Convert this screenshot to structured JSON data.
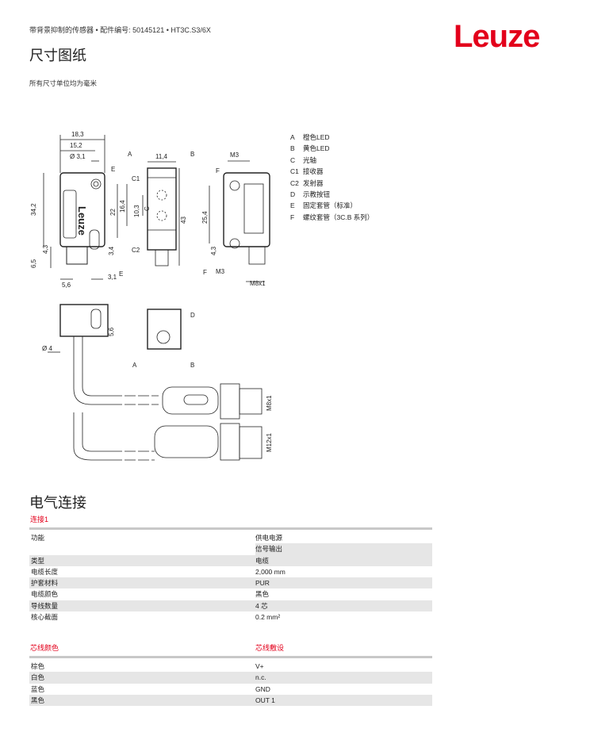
{
  "header": {
    "subtitle": "带背景抑制的传感器 • 配件编号: 50145121 • HT3C.S3/6X",
    "brand": "Leuze"
  },
  "dimensions": {
    "title": "尺寸图纸",
    "note": "所有尺寸单位均为毫米",
    "labels": {
      "d183": "18,3",
      "d152": "15,2",
      "d31": "Ø 3,1",
      "d342": "34,2",
      "d22": "22",
      "d164": "16,4",
      "d103": "10,3",
      "d43a": "4,3",
      "d65": "6,5",
      "d34": "3,4",
      "d56": "5,6",
      "d31b": "3,1",
      "d114": "11,4",
      "d43": "43",
      "m3a": "M3",
      "d254": "25,4",
      "d43b": "4,3",
      "m3b": "M3",
      "m8": "M8x1",
      "d56b": "5,6",
      "d4": "Ø 4",
      "m8b": "M8x1",
      "m12": "M12x1",
      "A": "A",
      "B": "B",
      "C": "C",
      "C1": "C1",
      "C2": "C2",
      "D": "D",
      "E": "E",
      "F": "F",
      "logo_text": "Leuze"
    },
    "legend": [
      {
        "k": "A",
        "v": "橙色LED"
      },
      {
        "k": "B",
        "v": "黄色LED"
      },
      {
        "k": "C",
        "v": "光轴"
      },
      {
        "k": "C1",
        "v": "接收器"
      },
      {
        "k": "C2",
        "v": "发射器"
      },
      {
        "k": "D",
        "v": "示教按钮"
      },
      {
        "k": "E",
        "v": "固定套管（标准）"
      },
      {
        "k": "F",
        "v": "螺纹套管（3C.B 系列）"
      }
    ]
  },
  "electrical": {
    "title": "电气连接",
    "connection": "连接1",
    "rows": [
      {
        "l": "功能",
        "v": "供电电源"
      },
      {
        "l": "",
        "v": "信号输出"
      },
      {
        "l": "类型",
        "v": "电缆"
      },
      {
        "l": "电缆长度",
        "v": "2,000 mm"
      },
      {
        "l": "护套材料",
        "v": "PUR"
      },
      {
        "l": "电缆颜色",
        "v": "黑色"
      },
      {
        "l": "导线数量",
        "v": "4 芯"
      },
      {
        "l": "核心截面",
        "v": "0.2 mm²"
      }
    ],
    "wire_header": {
      "l": "芯线颜色",
      "v": "芯线敷设"
    },
    "wires": [
      {
        "l": "棕色",
        "v": "V+"
      },
      {
        "l": "白色",
        "v": "n.c."
      },
      {
        "l": "蓝色",
        "v": "GND"
      },
      {
        "l": "黑色",
        "v": "OUT 1"
      }
    ]
  }
}
